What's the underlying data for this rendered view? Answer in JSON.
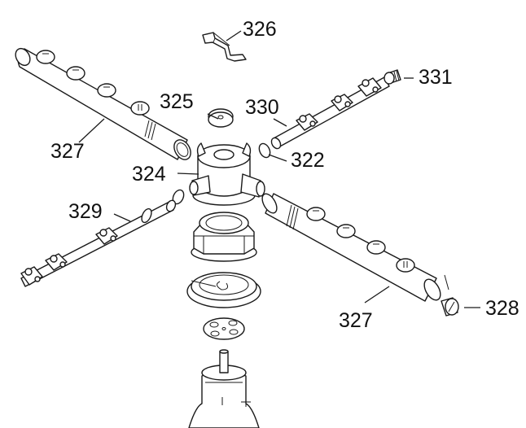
{
  "diagram": {
    "type": "exploded-parts-view",
    "line_color": "#1a1a1a",
    "background": "#ffffff",
    "callouts": {
      "c326": "326",
      "c331": "331",
      "c325": "325",
      "c330": "330",
      "c327a": "327",
      "c322": "322",
      "c324": "324",
      "c329": "329",
      "c327b": "327",
      "c328": "328"
    }
  }
}
